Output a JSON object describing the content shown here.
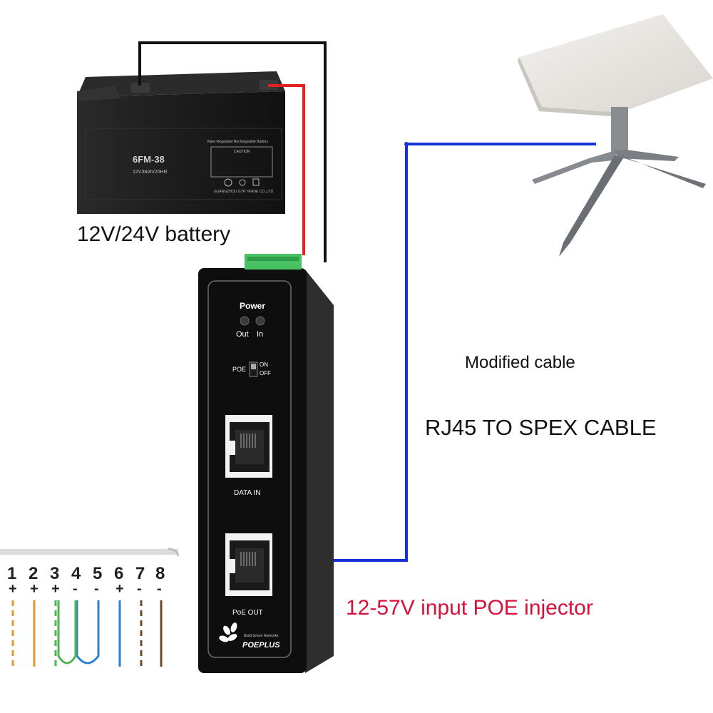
{
  "labels": {
    "battery": "12V/24V battery",
    "modified_cable": "Modified cable",
    "spex_cable": "RJ45 TO SPEX CABLE",
    "injector": "12-57V input POE injector"
  },
  "battery": {
    "model": "6FM-38",
    "spec": "12V38Ah/20HR",
    "type_text": "Valve Regulated Rechargeable Battery",
    "caution": "CAUTION",
    "maker": "GUANGZHOU GTP TRADE CO.,LTD."
  },
  "injector": {
    "power": "Power",
    "out": "Out",
    "in": "In",
    "poe": "POE",
    "on": "ON",
    "off": "OFF",
    "data_in": "DATA IN",
    "poe_out": "PoE OUT",
    "brand": "POEPLUS",
    "tagline": "Build Green Networks"
  },
  "pinout": {
    "pins": [
      "1",
      "2",
      "3",
      "4",
      "5",
      "6",
      "7",
      "8"
    ],
    "signs": [
      "+",
      "+",
      "+",
      "-",
      "-",
      "+",
      "-",
      "-"
    ]
  },
  "colors": {
    "dc_positive": "#e52020",
    "dc_negative": "#111111",
    "ethernet": "#1733d8",
    "injector_label": "#d8103a"
  }
}
